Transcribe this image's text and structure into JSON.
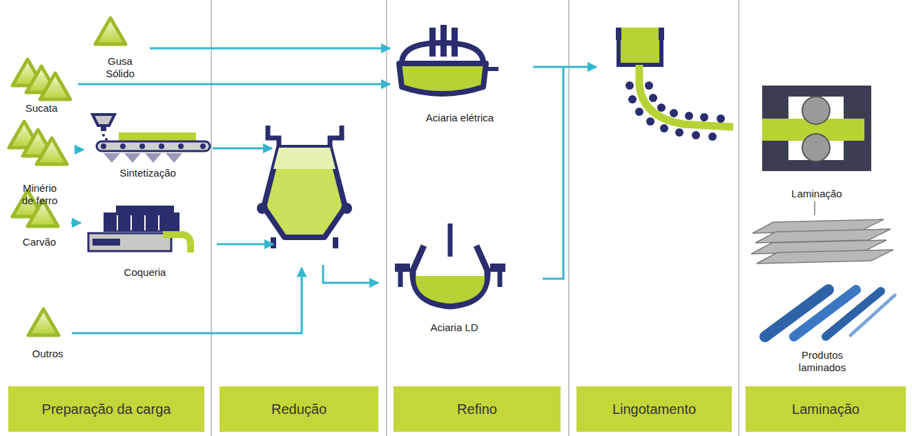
{
  "diagram": {
    "nodes": [
      {
        "text": [
          "Gusa Sólido"
        ]
      },
      {
        "text": [
          "Sucata"
        ]
      },
      {
        "text": [
          "Minério de ferro"
        ]
      },
      {
        "text": [
          "Carvão"
        ]
      },
      {
        "text": [
          "Outros"
        ]
      },
      {
        "text": [
          "Sintetização"
        ]
      },
      {
        "text": [
          "Coqueria"
        ]
      },
      {
        "text": [
          "Aciaria elétrica"
        ]
      },
      {
        "text": [
          "Aciaria LD"
        ]
      },
      {
        "text": [
          "Laminação"
        ]
      },
      {
        "text": [
          "Produtos laminados"
        ]
      },
      {
        "text": [
          "Preparação da carga"
        ]
      },
      {
        "text": [
          "Redução"
        ]
      },
      {
        "text": [
          "Refino"
        ]
      },
      {
        "text": [
          "Lingotamento"
        ]
      },
      {
        "text": [
          "Laminação"
        ]
      }
    ],
    "edges": [
      {
        "from": 0,
        "to": 7,
        "arrow": "to"
      },
      {
        "from": 1,
        "to": 7,
        "arrow": "to"
      },
      {
        "from": 2,
        "to": 5,
        "arrow": "to"
      },
      {
        "from": 3,
        "to": 6,
        "arrow": "to"
      },
      {
        "from": 9,
        "to": 10,
        "arrow": "none"
      }
    ]
  }
}
